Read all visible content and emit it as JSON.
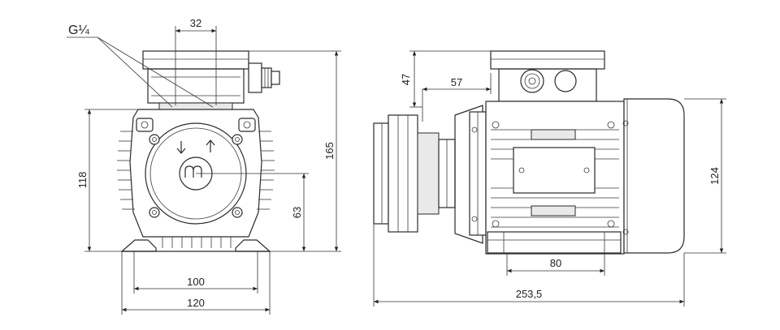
{
  "thread_label": "G¼",
  "front_view": {
    "dim_top_width": "32",
    "dim_total_height": "165",
    "dim_motor_height": "118",
    "dim_shaft_height": "63",
    "dim_foot_inner": "100",
    "dim_foot_outer": "120"
  },
  "side_view": {
    "dim_box_offset_v": "47",
    "dim_box_offset_h": "57",
    "dim_mount_width": "80",
    "dim_body_height": "124",
    "dim_total_length": "253,5"
  },
  "colors": {
    "line": "#2a2a2a",
    "background": "#ffffff"
  }
}
